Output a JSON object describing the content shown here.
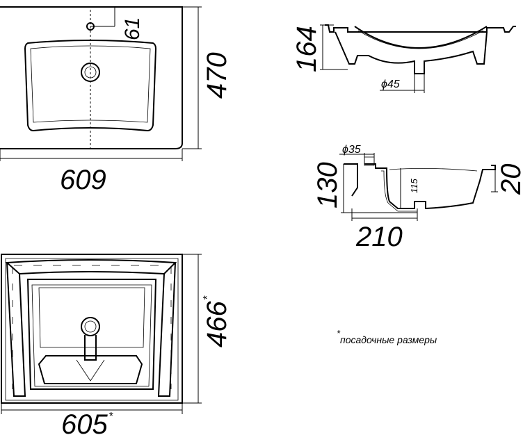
{
  "top_view": {
    "width_label": "609",
    "depth_label": "470",
    "tap_offset_label": "61"
  },
  "side_view": {
    "height_label": "164",
    "drain_label": "ϕ45"
  },
  "section_view": {
    "overflow_label": "ϕ35",
    "height_label": "130",
    "inner_depth_label": "115",
    "rim_label": "20",
    "bowl_width_label": "210"
  },
  "bottom_view": {
    "width_label": "605",
    "width_mark": "*",
    "depth_label": "466",
    "depth_mark": "*"
  },
  "note": {
    "mark": "*",
    "text": "посадочные размеры"
  }
}
